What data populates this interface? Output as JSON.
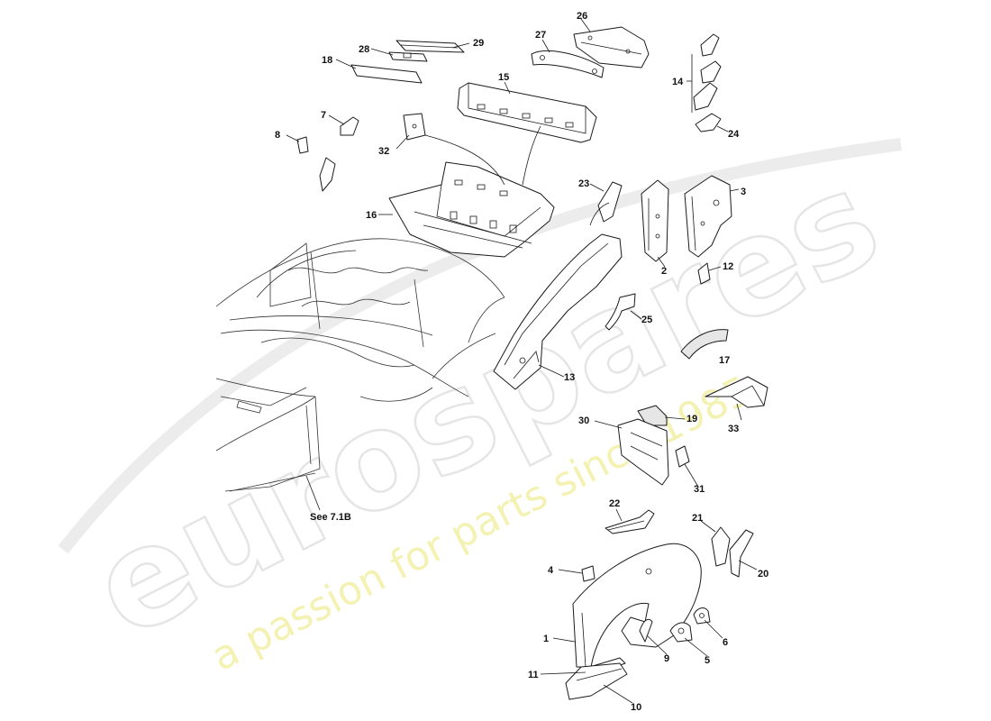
{
  "diagram": {
    "cross_reference": "See 7.1B",
    "watermark": {
      "brand": "eurospares",
      "tagline": "a passion for parts since 1985"
    },
    "callouts": [
      "1",
      "2",
      "3",
      "4",
      "5",
      "6",
      "7",
      "8",
      "9",
      "10",
      "11",
      "12",
      "13",
      "14",
      "15",
      "16",
      "17",
      "18",
      "19",
      "20",
      "21",
      "22",
      "23",
      "24",
      "25",
      "26",
      "27",
      "28",
      "29",
      "30",
      "31",
      "32",
      "33"
    ]
  }
}
